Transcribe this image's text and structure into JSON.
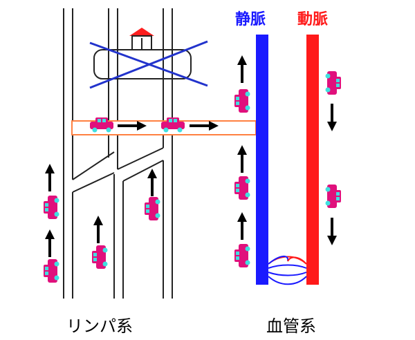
{
  "labels": {
    "vein": "静脈",
    "artery": "動脈",
    "lymph_system": "リンパ系",
    "vascular_system": "血管系"
  },
  "colors": {
    "vein": "#1a1aff",
    "artery": "#ff1a1a",
    "vehicle": "#e0107c",
    "window": "#40e0e0",
    "roof": "#ff2020",
    "cross": "#2233cc",
    "connector": "#ff8040",
    "arrow": "#000000",
    "road_line": "#222222"
  },
  "icons": [
    "car-icon",
    "arrow-up-icon",
    "arrow-down-icon",
    "arrow-right-icon",
    "house-roof-icon",
    "cross-mark-icon",
    "capillary-loop-icon"
  ]
}
